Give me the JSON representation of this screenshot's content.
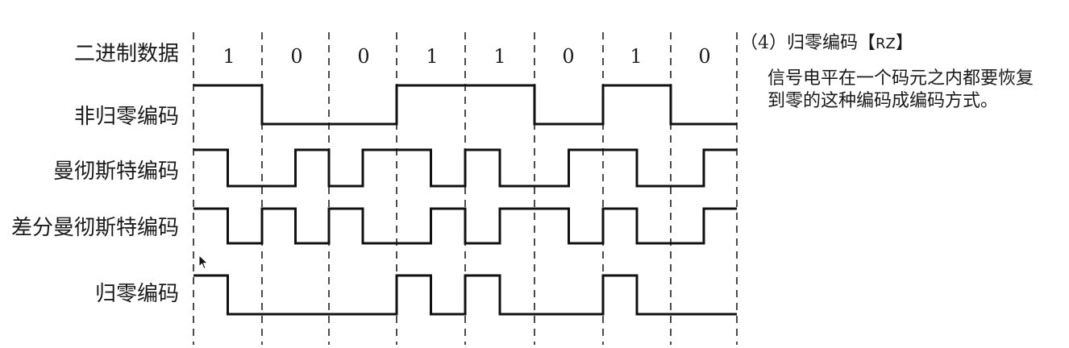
{
  "rows": {
    "binary": "二进制数据",
    "nrz": "非归零编码",
    "manchester": "曼彻斯特编码",
    "diff_manchester": "差分曼彻斯特编码",
    "rz": "归零编码"
  },
  "bits": [
    "1",
    "0",
    "0",
    "1",
    "1",
    "0",
    "1",
    "0"
  ],
  "note": {
    "title_prefix": "（4）归零编码",
    "title_open": "【",
    "title_code": "RZ",
    "title_close": "】",
    "body": "信号电平在一个码元之内都要恢复到零的这种编码成编码方式。"
  },
  "signals": {
    "nrz": [
      1,
      1,
      0,
      0,
      0,
      0,
      1,
      1,
      1,
      1,
      0,
      0,
      1,
      1,
      0,
      0
    ],
    "manchester": [
      1,
      0,
      0,
      1,
      0,
      1,
      1,
      0,
      1,
      0,
      0,
      1,
      1,
      0,
      0,
      1
    ],
    "diff_manchester": [
      1,
      0,
      1,
      0,
      1,
      0,
      0,
      1,
      0,
      1,
      1,
      0,
      1,
      0,
      0,
      1
    ],
    "rz": [
      1,
      0,
      0,
      0,
      0,
      0,
      1,
      0,
      1,
      0,
      0,
      0,
      1,
      0,
      0,
      0
    ]
  }
}
